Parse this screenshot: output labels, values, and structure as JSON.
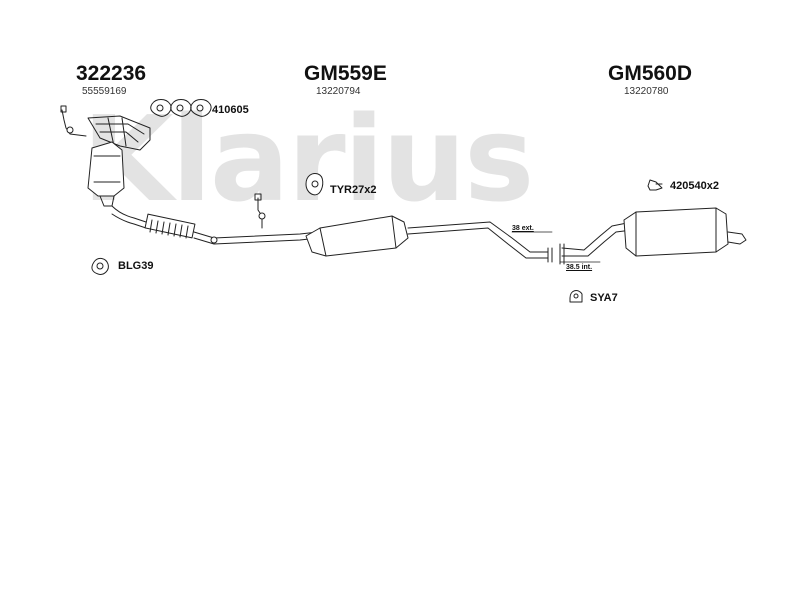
{
  "watermark": {
    "text": "Klarius"
  },
  "parts": {
    "front": {
      "code": "322236",
      "oem": "55559169"
    },
    "center": {
      "code": "GM559E",
      "oem": "13220794"
    },
    "rear": {
      "code": "GM560D",
      "oem": "13220780"
    }
  },
  "accessories": {
    "gasket_set": "410605",
    "rubber_mount": "TYR27x2",
    "rear_mount": "420540x2",
    "front_gasket": "BLG39",
    "clamp": "SYA7"
  },
  "dimensions": {
    "ext": "38 ext.",
    "int": "38.5 int."
  },
  "colors": {
    "line": "#222222",
    "watermark": "#e3e3e3"
  }
}
